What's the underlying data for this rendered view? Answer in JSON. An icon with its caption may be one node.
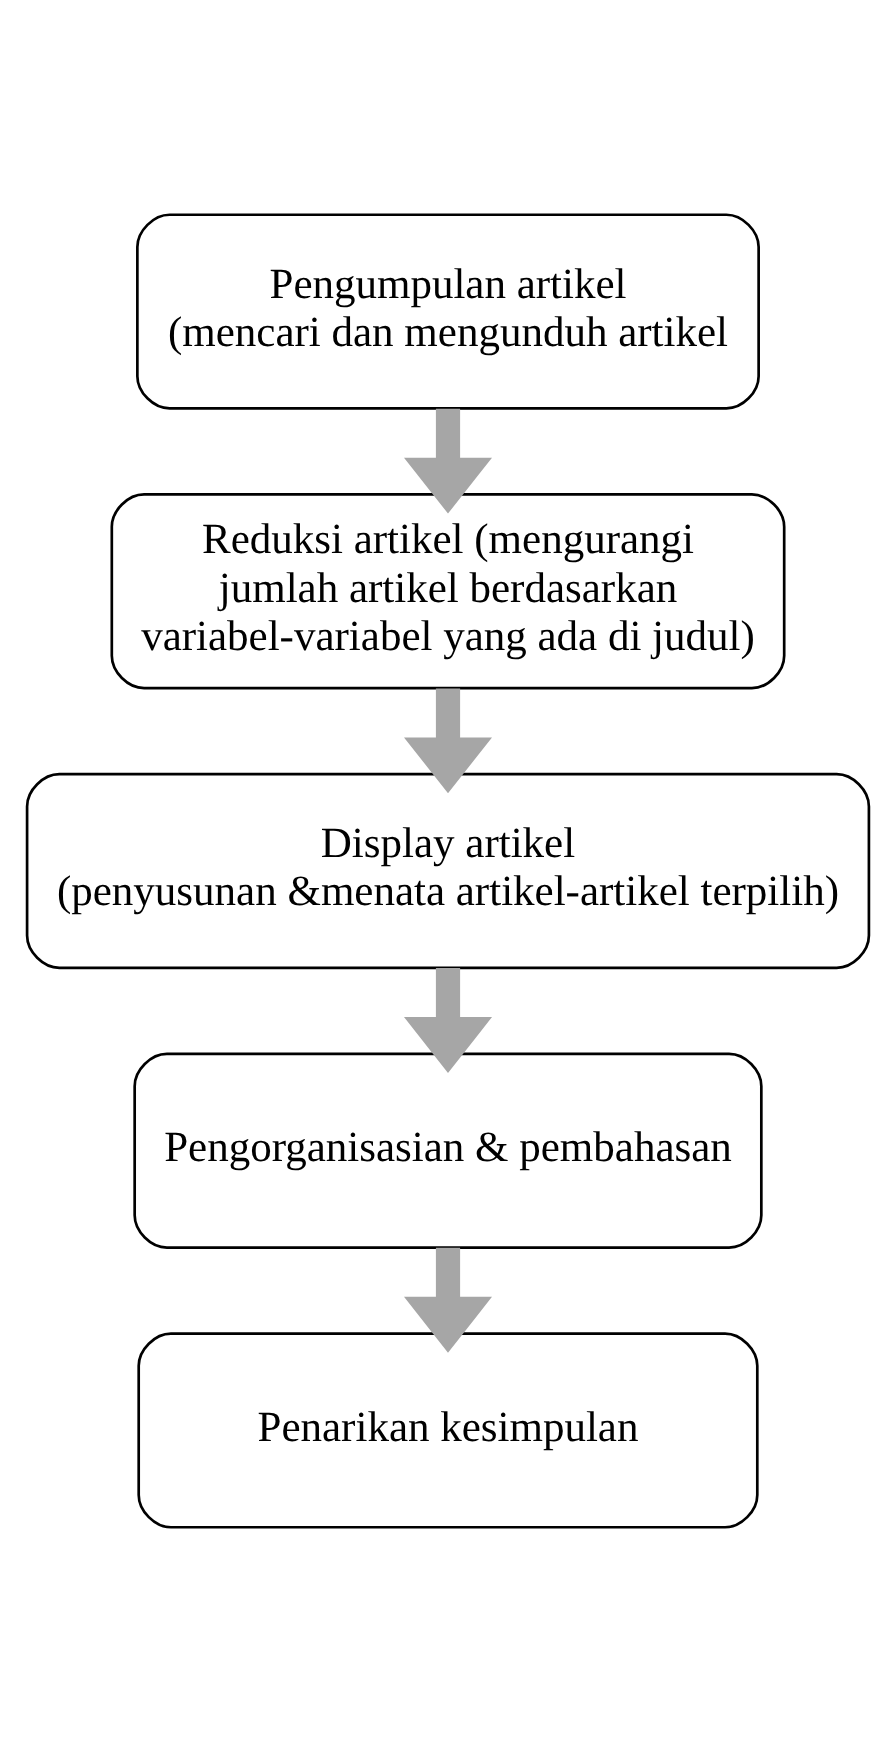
{
  "diagram": {
    "nodes": [
      {
        "text": [
          "Pengumpulan artikel (mencari dan mengunduh artikel"
        ]
      },
      {
        "text": [
          "Reduksi artikel (mengurangi jumlah artikel berdasarkan variabel-variabel yang ada di judul)"
        ]
      },
      {
        "text": [
          "Display artikel (penyusunan &menata artikel-artikel terpilih)"
        ]
      },
      {
        "text": [
          "Pengorganisasian & pembahasan"
        ]
      },
      {
        "text": [
          "Penarikan kesimpulan"
        ]
      }
    ],
    "edges": [
      {
        "from": 0,
        "to": 1,
        "arrow": "to"
      },
      {
        "from": 1,
        "to": 2,
        "arrow": "to"
      },
      {
        "from": 2,
        "to": 3,
        "arrow": "to"
      },
      {
        "from": 3,
        "to": 4,
        "arrow": "to"
      }
    ]
  }
}
